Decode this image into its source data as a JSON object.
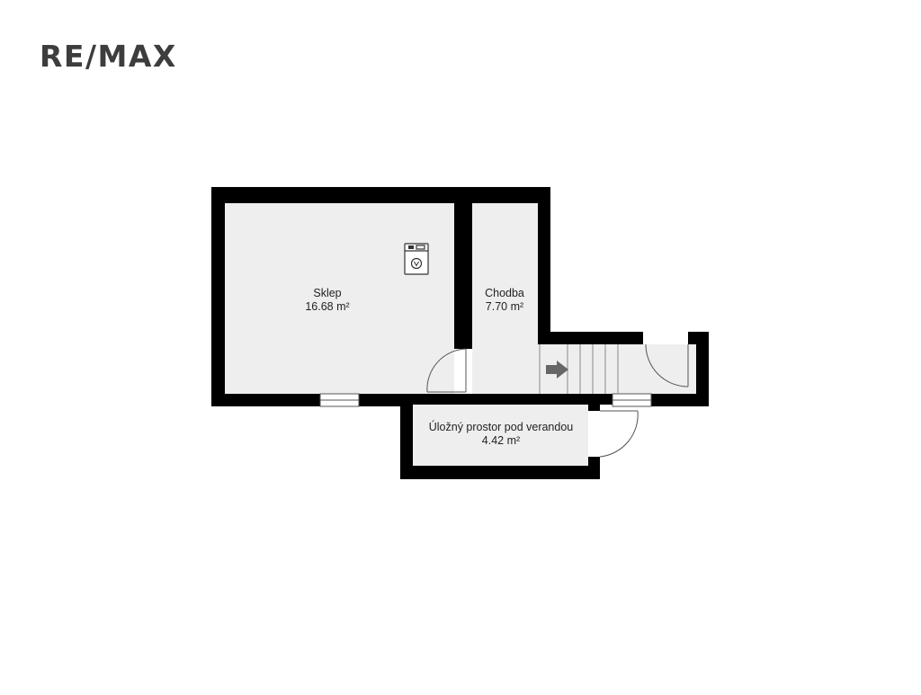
{
  "brand": {
    "logo_text": "RE/MAX"
  },
  "colors": {
    "wall": "#000000",
    "floor": "#eeeeee",
    "logo": "#3d3d3d",
    "fixture_stroke": "#333333",
    "stair_arrow": "#666666"
  },
  "rooms": {
    "sklep": {
      "name": "Sklep",
      "area": "16.68 m²"
    },
    "chodba": {
      "name": "Chodba",
      "area": "7.70 m²"
    },
    "ulozny": {
      "name": "Úložný prostor pod verandou",
      "area": "4.42 m²"
    }
  },
  "fixtures": {
    "washing_machine_icon": "washing-machine-icon",
    "stairs_arrow_icon": "arrow-right-icon"
  }
}
